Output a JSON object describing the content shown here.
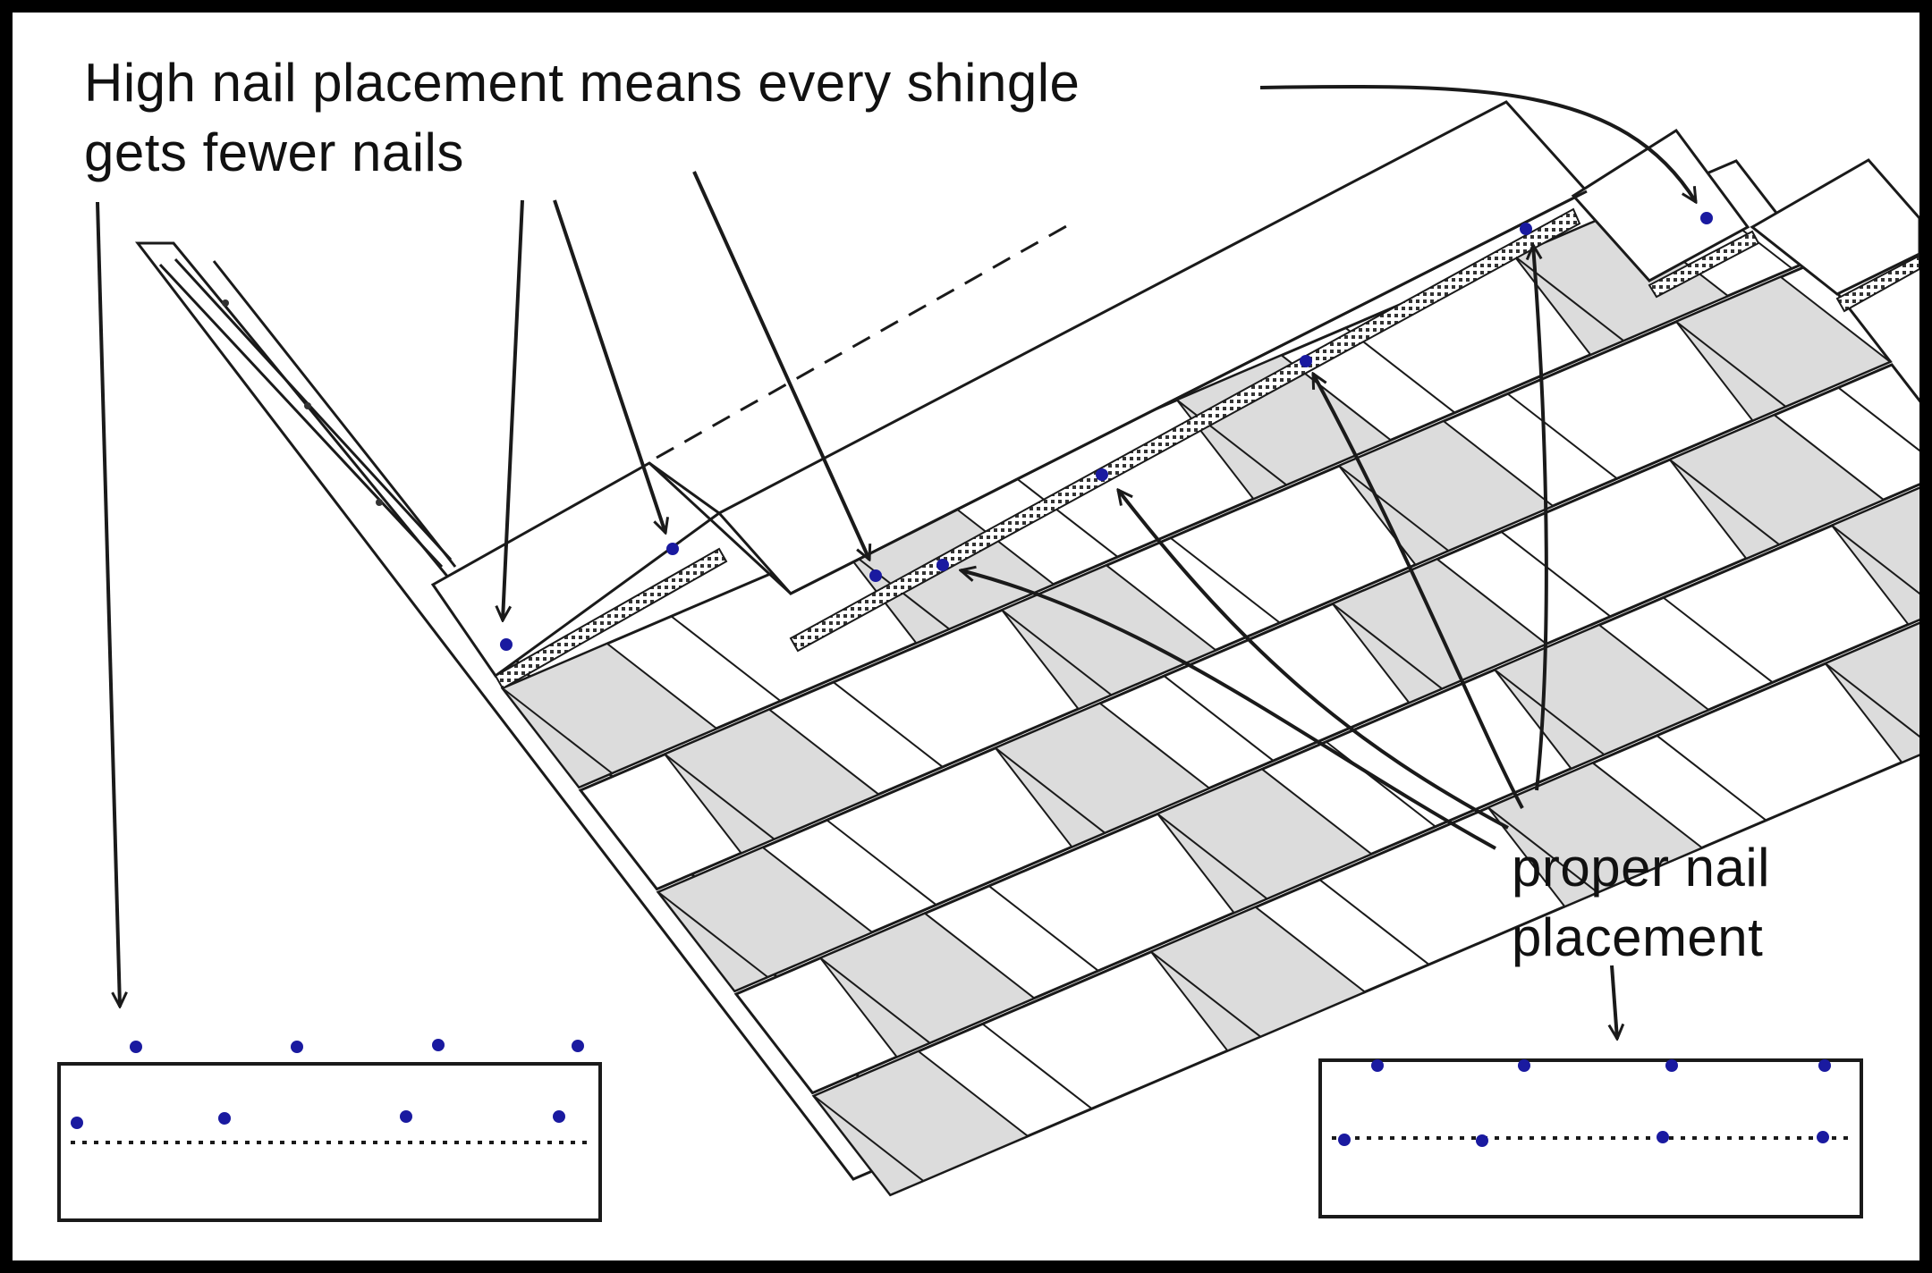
{
  "labels": {
    "high_line1": "High nail placement means every shingle",
    "high_line2": "gets fewer nails",
    "proper_line1": "proper nail",
    "proper_line2": "placement"
  },
  "colors": {
    "background": "#ffffff",
    "border": "#000000",
    "line": "#1a1a1a",
    "shade": "#dcdcdc",
    "nail": "#1a1aa0"
  }
}
